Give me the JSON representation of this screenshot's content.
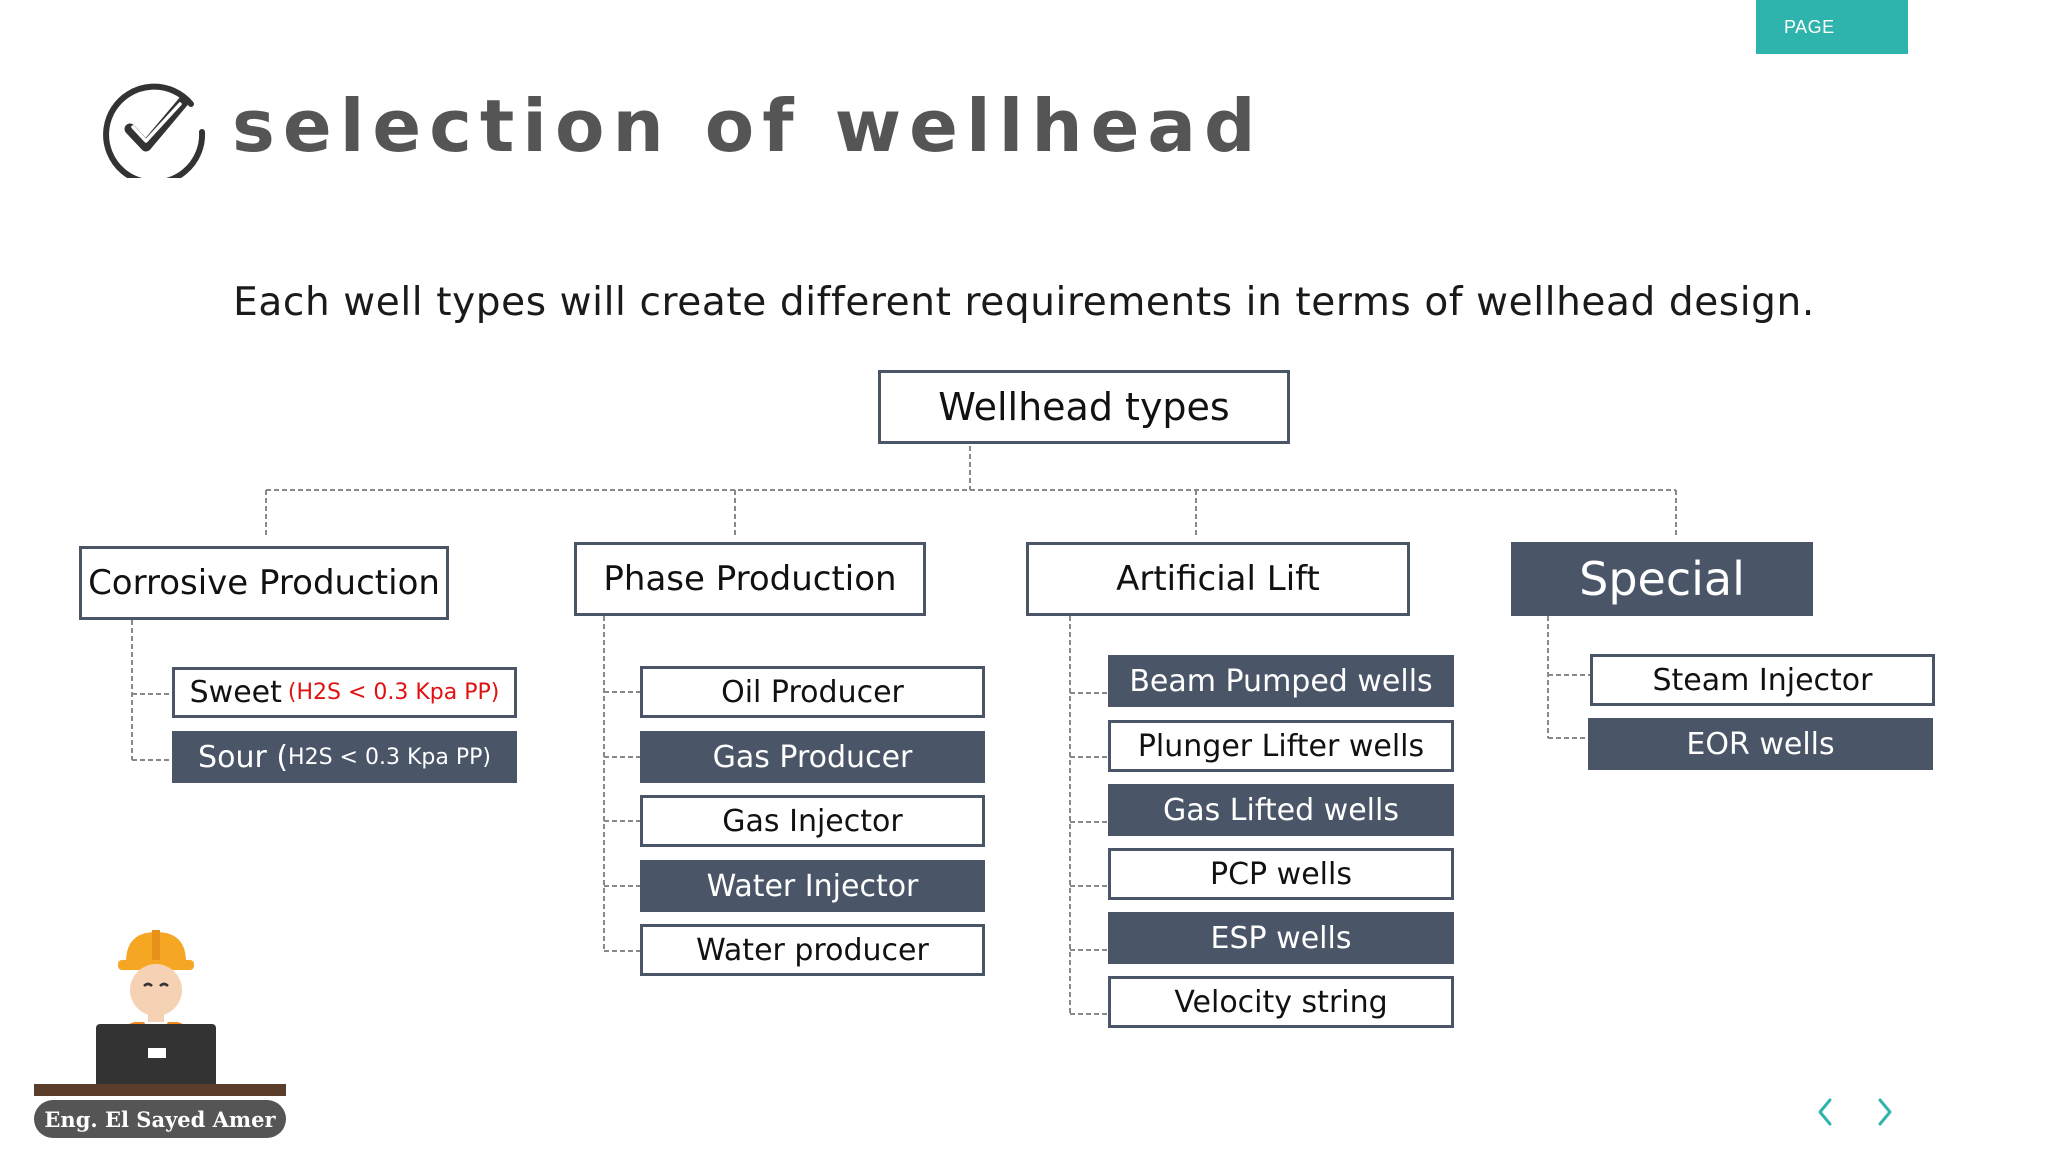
{
  "header": {
    "page_tab": "PAGE",
    "title": "selection of wellhead",
    "title_icon": "check-circle-icon"
  },
  "subtitle": "Each well types will create different requirements in terms of wellhead design.",
  "diagram": {
    "root": "Wellhead types",
    "categories": [
      {
        "label": "Corrosive Production",
        "style": "outline",
        "items": [
          {
            "label": "Sweet",
            "note": "(H2S  < 0.3 Kpa PP)",
            "style": "outline"
          },
          {
            "label": "Sour (",
            "note": "H2S  <  0.3 Kpa PP)",
            "style": "filled"
          }
        ]
      },
      {
        "label": "Phase Production",
        "style": "outline",
        "items": [
          {
            "label": "Oil Producer",
            "style": "outline"
          },
          {
            "label": "Gas Producer",
            "style": "filled"
          },
          {
            "label": "Gas Injector",
            "style": "outline"
          },
          {
            "label": "Water Injector",
            "style": "filled"
          },
          {
            "label": "Water producer",
            "style": "outline"
          }
        ]
      },
      {
        "label": "Artificial Lift",
        "style": "outline",
        "items": [
          {
            "label": "Beam Pumped wells",
            "style": "filled"
          },
          {
            "label": "Plunger Lifter wells",
            "style": "outline"
          },
          {
            "label": "Gas Lifted wells",
            "style": "filled"
          },
          {
            "label": "PCP wells",
            "style": "outline"
          },
          {
            "label": "ESP wells",
            "style": "filled"
          },
          {
            "label": "Velocity string",
            "style": "outline"
          }
        ]
      },
      {
        "label": "Special",
        "style": "filled",
        "items": [
          {
            "label": "Steam Injector",
            "style": "outline"
          },
          {
            "label": "EOR wells",
            "style": "filled"
          }
        ]
      }
    ]
  },
  "footer": {
    "author": "Eng. El Sayed Amer",
    "avatar_icon": "engineer-at-laptop-icon",
    "prev_icon": "chevron-left-icon",
    "next_icon": "chevron-right-icon"
  },
  "colors": {
    "accent": "#2fb4ad",
    "box_fill": "#4a5668",
    "note_red": "#e11111",
    "title_gray": "#555555"
  }
}
